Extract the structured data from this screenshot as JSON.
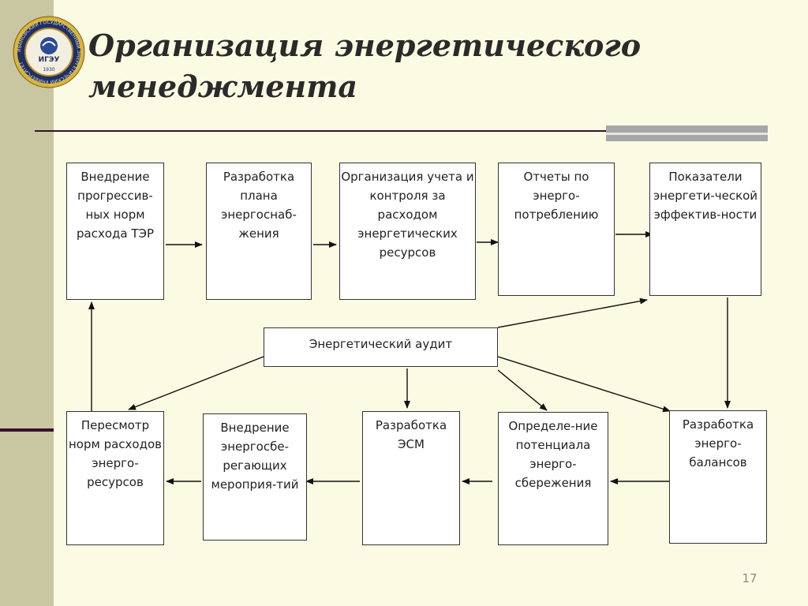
{
  "logo": {
    "text": "ИГЭУ",
    "description_text": "ИВАНОВСКИЙ ГОСУДАРСТВЕННЫЙ ЭНЕРГЕТИЧЕСКИЙ УНИВЕРСИТЕТ",
    "year": "1930"
  },
  "title": "Организация энергетического менеджмента",
  "boxes": {
    "b1": "Внедрение прогрессив-ных норм расхода ТЭР",
    "b2": "Разработка плана энергоснаб-жения",
    "b3": "Организация учета и контроля за расходом энергетических ресурсов",
    "b4": "Отчеты по энерго-потреблению",
    "b5": "Показатели энергети-ческой эффектив-ности",
    "audit": "Энергетический аудит",
    "c1": "Пересмотр норм расходов энерго-ресурсов",
    "c2": "Внедрение энергосбе-регающих мероприя-тий",
    "c3": "Разработка ЭСМ",
    "c4": "Определе-ние потенциала энерго-сбережения",
    "c5": "Разработка энерго-балансов"
  },
  "page_number": "17",
  "colors": {
    "background": "#fbfbe3",
    "side_band": "#c9c7a2",
    "accent_line": "#3a0f2a"
  }
}
